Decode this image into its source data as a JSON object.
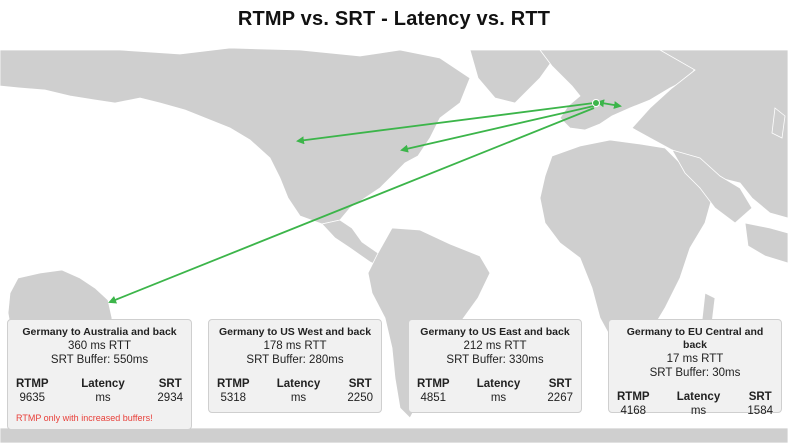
{
  "title": "RTMP vs. SRT - Latency vs. RTT",
  "colors": {
    "map_land": "#cfcfcf",
    "arrow": "#3cb54a",
    "note": "#e8403a"
  },
  "cards": [
    {
      "route": "Germany to Australia and back",
      "rtt": "360 ms RTT",
      "buffer": "SRT Buffer: 550ms",
      "rtmp_label": "RTMP",
      "latency_label": "Latency",
      "srt_label": "SRT",
      "rtmp_value": "9635",
      "unit": "ms",
      "srt_value": "2934",
      "note": "RTMP only with increased buffers!"
    },
    {
      "route": "Germany to US West and back",
      "rtt": "178 ms RTT",
      "buffer": "SRT Buffer: 280ms",
      "rtmp_label": "RTMP",
      "latency_label": "Latency",
      "srt_label": "SRT",
      "rtmp_value": "5318",
      "unit": "ms",
      "srt_value": "2250"
    },
    {
      "route": "Germany to US East and back",
      "rtt": "212 ms RTT",
      "buffer": "SRT Buffer: 330ms",
      "rtmp_label": "RTMP",
      "latency_label": "Latency",
      "srt_label": "SRT",
      "rtmp_value": "4851",
      "unit": "ms",
      "srt_value": "2267"
    },
    {
      "route": "Germany to EU Central and back",
      "rtt": "17 ms RTT",
      "buffer": "SRT Buffer: 30ms",
      "rtmp_label": "RTMP",
      "latency_label": "Latency",
      "srt_label": "SRT",
      "rtmp_value": "4168",
      "unit": "ms",
      "srt_value": "1584"
    }
  ]
}
